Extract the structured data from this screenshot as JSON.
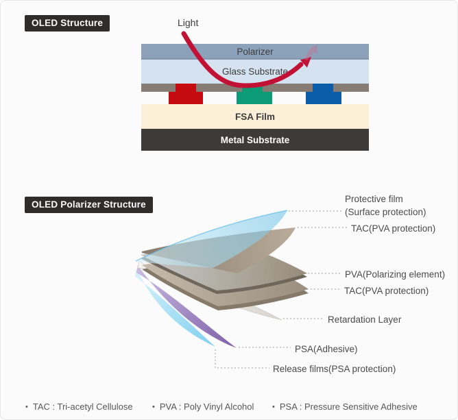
{
  "titles": {
    "oled_structure": "OLED Structure",
    "polarizer_structure": "OLED Polarizer Structure"
  },
  "oled_diagram": {
    "light_label": "Light",
    "layer_labels": {
      "polarizer": "Polarizer",
      "glass": "Glass Substrate",
      "fsa": "FSA Film",
      "metal": "Metal Substrate"
    },
    "colors": {
      "polarizer": "#8ca2bb",
      "glass": "#d5e2ef",
      "electrode": "#867c73",
      "red_subpixel": "#c50a10",
      "green_subpixel": "#0b9b76",
      "blue_subpixel": "#0b5ca9",
      "fsa": "#fbf0d7",
      "metal": "#3d3b3a",
      "arrow": "#c11236"
    }
  },
  "polarizer_diagram": {
    "labels": [
      {
        "line1": "Protective film",
        "line2": "(Surface protection)"
      },
      {
        "line1": "TAC(PVA protection)"
      },
      {
        "line1": "PVA(Polarizing element)"
      },
      {
        "line1": "TAC(PVA protection)"
      },
      {
        "line1": "Retardation Layer"
      },
      {
        "line1": "PSA(Adhesive)"
      },
      {
        "line1": "Release films(PSA protection)"
      }
    ]
  },
  "legend": {
    "bullet": "•",
    "items": [
      {
        "text": "TAC : Tri-acetyl Cellulose"
      },
      {
        "text": "PVA : Poly Vinyl Alcohol"
      },
      {
        "text": "PSA : Pressure Sensitive Adhesive"
      }
    ]
  }
}
